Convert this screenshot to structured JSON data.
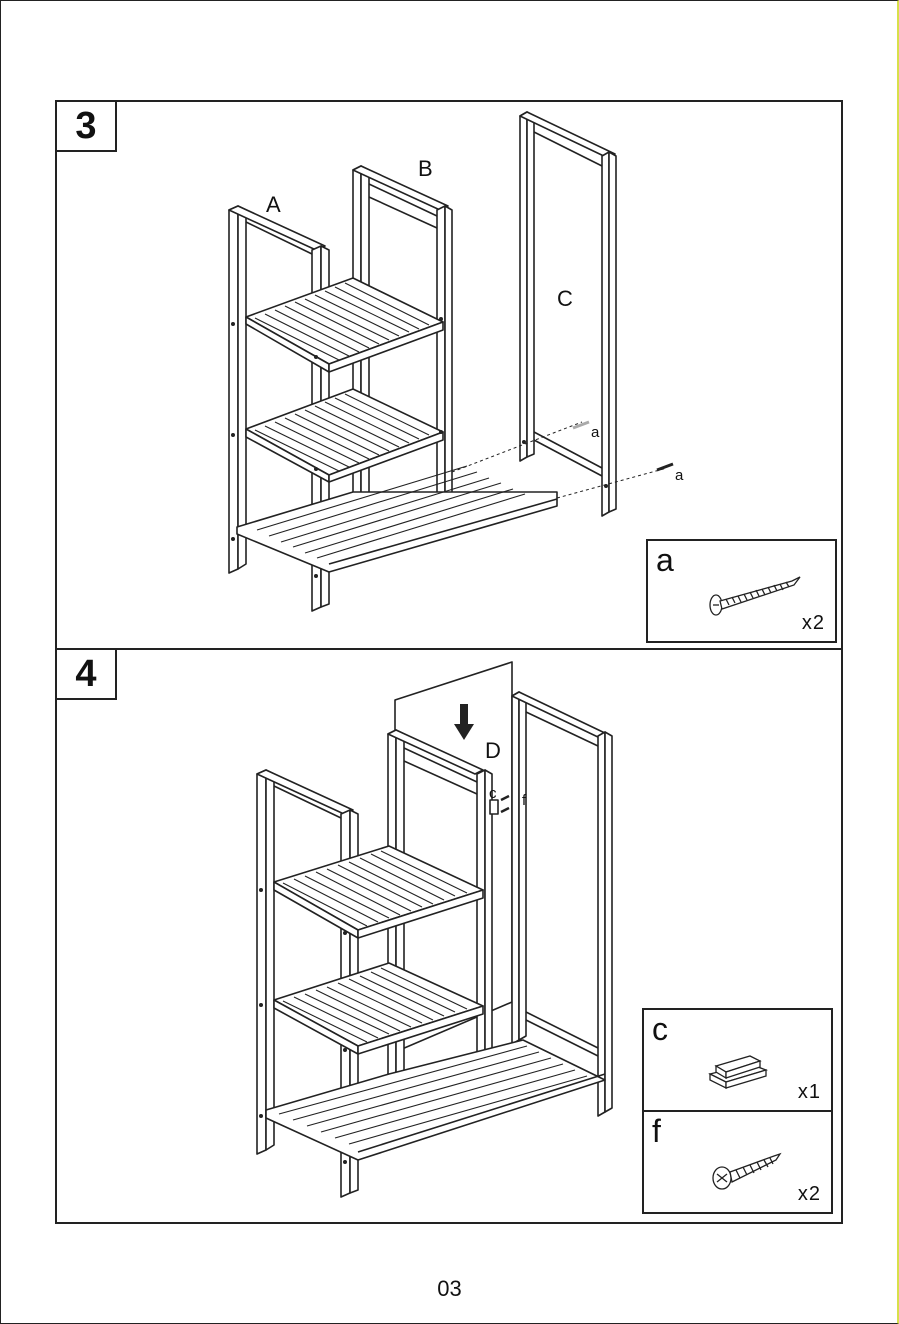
{
  "page_number": "03",
  "steps": [
    {
      "number": "3",
      "part_labels": [
        "A",
        "B",
        "C"
      ],
      "screw_labels": [
        "a",
        "a"
      ],
      "parts": [
        {
          "letter": "a",
          "quantity": "x2",
          "icon": "wood-screw-icon"
        }
      ]
    },
    {
      "number": "4",
      "part_labels": [
        "D"
      ],
      "small_labels": [
        "c",
        "f"
      ],
      "parts": [
        {
          "letter": "c",
          "quantity": "x1",
          "icon": "magnetic-catch-icon"
        },
        {
          "letter": "f",
          "quantity": "x2",
          "icon": "short-screw-icon"
        }
      ]
    }
  ],
  "colors": {
    "line": "#222222",
    "frame_border": "#d8e04a"
  }
}
